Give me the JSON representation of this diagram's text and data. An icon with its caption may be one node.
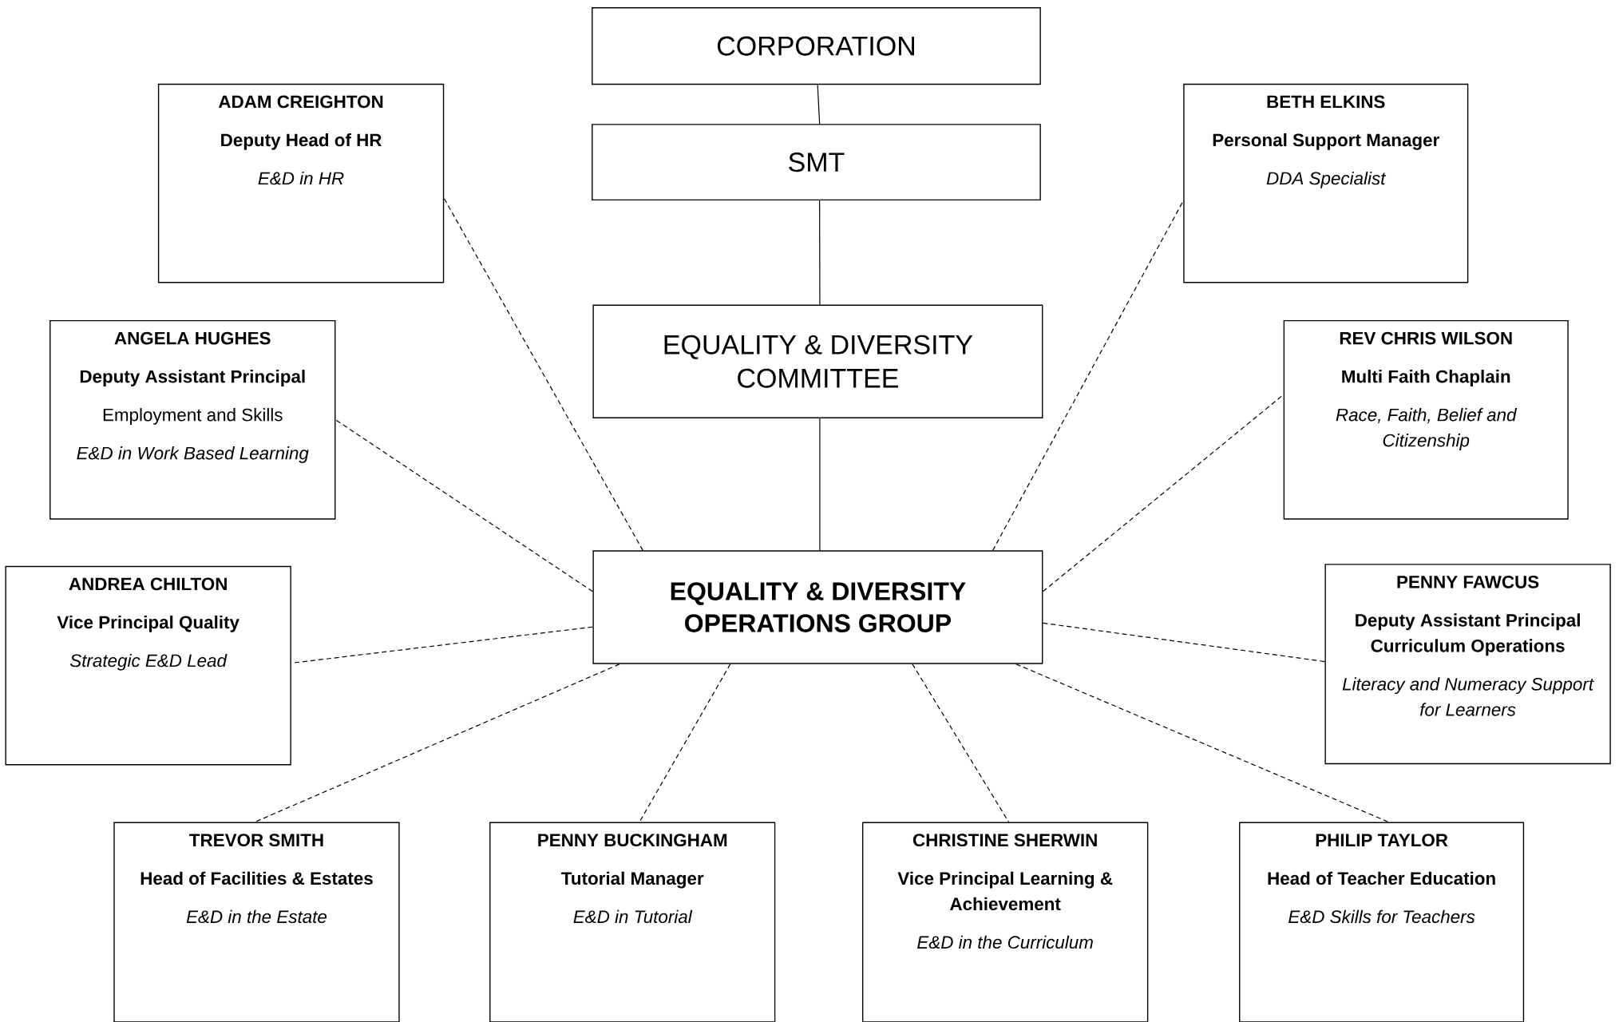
{
  "diagram": {
    "nodes": [
      {
        "text": [
          "CORPORATION"
        ]
      },
      {
        "text": [
          "SMT"
        ]
      },
      {
        "text": [
          "EQUALITY & DIVERSITY COMMITTEE"
        ]
      },
      {
        "text": [
          "EQUALITY & DIVERSITY OPERATIONS GROUP"
        ]
      },
      {
        "text": [
          "ADAM CREIGHTON",
          "Deputy Head of HR",
          "E&D in HR"
        ]
      },
      {
        "text": [
          "BETH ELKINS",
          "Personal Support Manager",
          "DDA Specialist"
        ]
      },
      {
        "text": [
          "ANGELA HUGHES",
          "Deputy Assistant Principal",
          "Employment and Skills",
          "E&D in Work Based Learning"
        ]
      },
      {
        "text": [
          "REV CHRIS WILSON",
          "Multi Faith Chaplain",
          "Race, Faith, Belief and Citizenship"
        ]
      },
      {
        "text": [
          "ANDREA CHILTON",
          "Vice Principal Quality",
          "Strategic E&D Lead"
        ]
      },
      {
        "text": [
          "PENNY FAWCUS",
          "Deputy Assistant Principal Curriculum Operations",
          "Literacy and Numeracy Support for Learners"
        ]
      },
      {
        "text": [
          "TREVOR SMITH",
          "Head of Facilities & Estates",
          "E&D in the Estate"
        ]
      },
      {
        "text": [
          "PENNY BUCKINGHAM",
          "Tutorial Manager",
          "E&D in Tutorial"
        ]
      },
      {
        "text": [
          "CHRISTINE SHERWIN",
          "Vice Principal Learning & Achievement",
          "E&D in the Curriculum"
        ]
      },
      {
        "text": [
          "PHILIP TAYLOR",
          "Head of Teacher Education",
          "E&D Skills for Teachers"
        ]
      }
    ],
    "edges": [
      {
        "from": 0,
        "to": 1,
        "arrow": "none"
      },
      {
        "from": 1,
        "to": 2,
        "arrow": "none"
      },
      {
        "from": 2,
        "to": 3,
        "arrow": "none"
      },
      {
        "from": 3,
        "to": 4,
        "arrow": "none",
        "style": "dashed"
      },
      {
        "from": 3,
        "to": 5,
        "arrow": "none",
        "style": "dashed"
      },
      {
        "from": 3,
        "to": 6,
        "arrow": "none",
        "style": "dashed"
      },
      {
        "from": 3,
        "to": 7,
        "arrow": "none",
        "style": "dashed"
      },
      {
        "from": 3,
        "to": 8,
        "arrow": "none",
        "style": "dashed"
      },
      {
        "from": 3,
        "to": 9,
        "arrow": "none",
        "style": "dashed"
      },
      {
        "from": 3,
        "to": 10,
        "arrow": "none",
        "style": "dashed"
      },
      {
        "from": 3,
        "to": 11,
        "arrow": "none",
        "style": "dashed"
      },
      {
        "from": 3,
        "to": 12,
        "arrow": "none",
        "style": "dashed"
      },
      {
        "from": 3,
        "to": 13,
        "arrow": "none",
        "style": "dashed"
      }
    ]
  }
}
